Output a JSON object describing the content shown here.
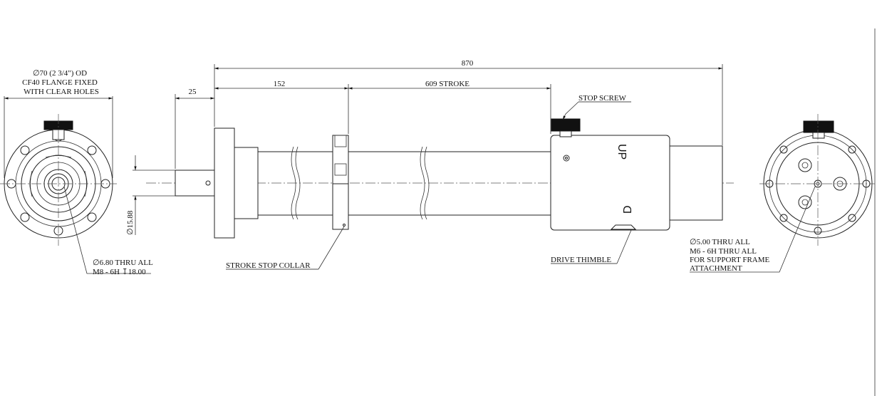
{
  "colors": {
    "line": "#222222",
    "background": "#ffffff",
    "knob": "#111111"
  },
  "dimensions": {
    "overall": "870",
    "offset": "25",
    "first_section": "152",
    "stroke": "609 STROKE",
    "shaft_dia": "15.88"
  },
  "labels": {
    "flange_line1": "70 (2 3/4\") OD",
    "flange_line2": "CF40 FLANGE FIXED",
    "flange_line3": "WITH CLEAR HOLES",
    "thru_line1": "6.80 THRU ALL",
    "thru_line2_a": "M8 - 6H",
    "thru_line2_b": "18.00",
    "stop_screw": "STOP SCREW",
    "stroke_stop_collar": "STROKE STOP COLLAR",
    "drive_thimble": "DRIVE THIMBLE",
    "support_line1": "5.00 THRU ALL",
    "support_line2": "M6 - 6H THRU ALL",
    "support_line3": "FOR SUPPORT FRAME",
    "support_line4": "ATTACHMENT",
    "thimble_up": "UP",
    "thimble_down": "D"
  },
  "symbols": {
    "diameter": "∅",
    "depth": "↧"
  }
}
